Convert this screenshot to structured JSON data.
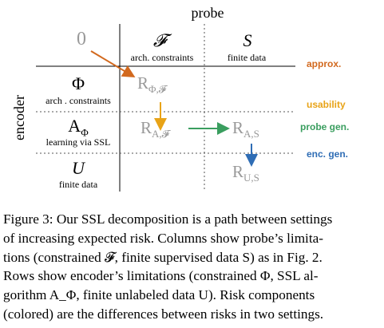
{
  "diagram": {
    "probe_label": "probe",
    "encoder_label": "encoder",
    "columns": [
      {
        "symbol": "0",
        "sub": ""
      },
      {
        "symbol": "𝓕",
        "sub": "arch. constraints"
      },
      {
        "symbol": "S",
        "sub": "finite data"
      }
    ],
    "rows": [
      {
        "symbol": "Φ",
        "sub": "arch . constraints"
      },
      {
        "symbol": "A",
        "symbol_sub": "Φ",
        "sub": "learning via SSL"
      },
      {
        "symbol": "U",
        "sub": "finite data"
      }
    ],
    "risks": [
      {
        "base": "R",
        "sub": "Φ,𝓕"
      },
      {
        "base": "R",
        "sub": "A,𝓕"
      },
      {
        "base": "R",
        "sub": "A,S"
      },
      {
        "base": "R",
        "sub": "U,S"
      }
    ],
    "legend": [
      {
        "label": "approx.",
        "color": "#d2691e"
      },
      {
        "label": "usability",
        "color": "#e8a317"
      },
      {
        "label": "probe gen.",
        "color": "#3a9e5f"
      },
      {
        "label": "enc. gen.",
        "color": "#2f6db5"
      }
    ]
  },
  "caption": {
    "lines": [
      "Figure 3: Our SSL decomposition is a path between settings",
      "of increasing expected risk. Columns show probe’s limita-",
      "tions (constrained 𝓕, finite supervised data S) as in Fig. 2.",
      "Rows show encoder’s limitations (constrained Φ, SSL al-",
      "gorithm A_Φ, finite unlabeled data U). Risk components",
      "(colored) are the differences between risks in two settings."
    ]
  }
}
